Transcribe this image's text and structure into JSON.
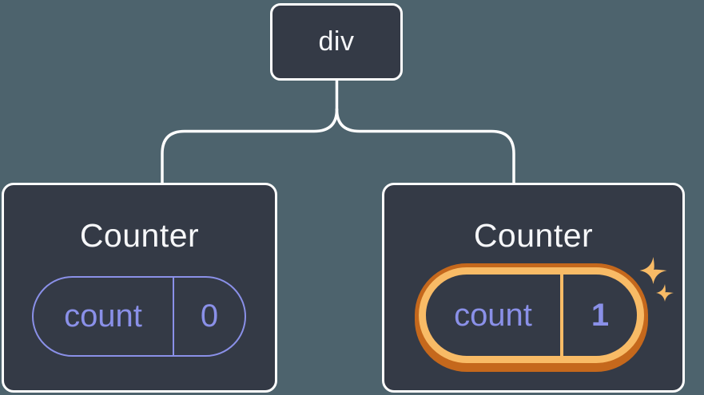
{
  "diagram": {
    "root_node": {
      "label": "div"
    },
    "nodes": [
      {
        "title": "Counter",
        "state_key": "count",
        "state_value": "0",
        "highlighted": false
      },
      {
        "title": "Counter",
        "state_key": "count",
        "state_value": "1",
        "highlighted": true
      }
    ]
  },
  "colors": {
    "background": "#4d636d",
    "node_fill": "#343a46",
    "node_border": "#ffffff",
    "connector": "#ffffff",
    "state_accent": "#8a90e8",
    "highlight_ring_light": "#f8bb66",
    "highlight_ring_dark": "#c5681c",
    "title_text": "#f6f7f9"
  },
  "icons": {
    "sparkles": "sparkles-icon"
  }
}
